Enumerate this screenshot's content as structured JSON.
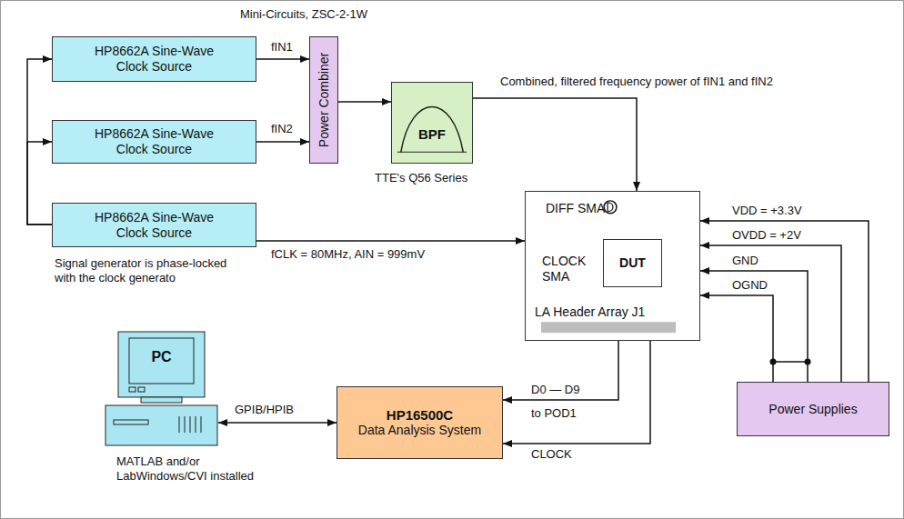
{
  "diagram": {
    "nodes": [
      {
        "text": [
          "HP8662A Sine-Wave Clock Source"
        ]
      },
      {
        "text": [
          "HP8662A Sine-Wave Clock Source"
        ]
      },
      {
        "text": [
          "Power Combiner"
        ]
      },
      {
        "text": [
          "HP8662A Sine-Wave Clock Source"
        ]
      },
      {
        "text": [
          "BPF"
        ]
      },
      {
        "text": [
          "DIFF SMA",
          "CLOCK SMA",
          "LA Header Array J1"
        ]
      },
      {
        "text": [
          "DUT"
        ],
        "in": 5
      },
      {
        "text": [
          "PC"
        ]
      },
      {
        "text": [
          "HP16500C",
          "Data Analysis System"
        ]
      },
      {
        "text": [
          "Power Supplies"
        ]
      }
    ],
    "edges": [
      {
        "from": 3,
        "to": 0,
        "arrow": "to"
      },
      {
        "from": 3,
        "to": 1,
        "arrow": "to"
      },
      {
        "from": 3,
        "to": 5,
        "label": "fCLK = 80MHz, AIN = 999mV",
        "arrow": "to"
      },
      {
        "from": 0,
        "to": 2,
        "label": "fIN1",
        "arrow": "to"
      },
      {
        "from": 1,
        "to": 2,
        "label": "fIN2",
        "arrow": "to"
      },
      {
        "from": 2,
        "to": 4,
        "arrow": "to"
      },
      {
        "from": 4,
        "to": 5,
        "label": "Combined, filtered frequency power of fIN1 and fIN2",
        "arrow": "to"
      },
      {
        "from": 5,
        "to": 8,
        "label": "D0 — D9",
        "arrow": "to"
      },
      {
        "from": 5,
        "to": 8,
        "label": "CLOCK",
        "arrow": "to"
      },
      {
        "from": 7,
        "to": 8,
        "label": "GPIB/HPIB",
        "arrow": "both"
      },
      {
        "from": 9,
        "to": 5,
        "label": "VDD = +3.3V",
        "arrow": "to"
      },
      {
        "from": 9,
        "to": 5,
        "label": "OVDD = +2V",
        "arrow": "to"
      },
      {
        "from": 9,
        "to": 5,
        "label": "GND",
        "arrow": "to"
      },
      {
        "from": 9,
        "to": 5,
        "label": "OGND",
        "arrow": "to"
      }
    ],
    "labels": [
      "Mini-Circuits, ZSC-2-1W",
      "TTE's Q56 Series",
      "Signal generator is phase-locked with the clock generato",
      "to POD1",
      "MATLAB and/or LabWindows/CVI installed"
    ]
  }
}
